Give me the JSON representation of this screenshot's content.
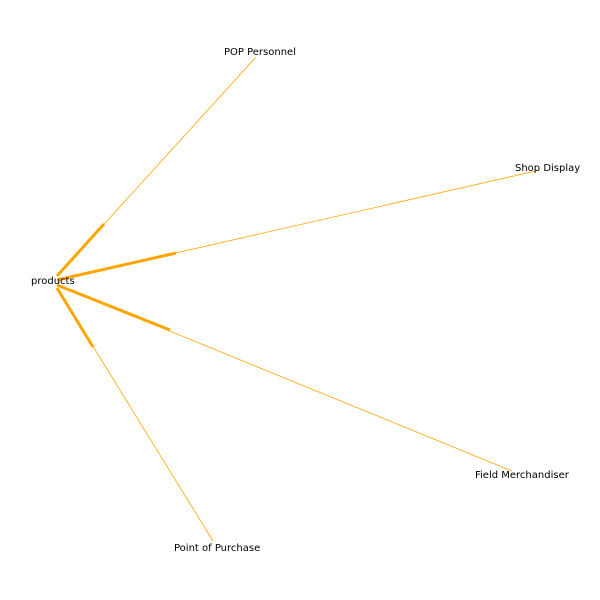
{
  "diagram": {
    "type": "network-graph",
    "edge_color": "#ffa500",
    "hub": {
      "id": "products",
      "label": "products"
    },
    "nodes": [
      {
        "id": "pop_personnel",
        "label": "POP Personnel"
      },
      {
        "id": "shop_display",
        "label": "Shop Display"
      },
      {
        "id": "field_merchandiser",
        "label": "Field Merchandiser"
      },
      {
        "id": "point_of_purchase",
        "label": "Point of Purchase"
      }
    ],
    "edges": [
      {
        "from": "products",
        "to": "pop_personnel"
      },
      {
        "from": "products",
        "to": "shop_display"
      },
      {
        "from": "products",
        "to": "field_merchandiser"
      },
      {
        "from": "products",
        "to": "point_of_purchase"
      }
    ]
  }
}
